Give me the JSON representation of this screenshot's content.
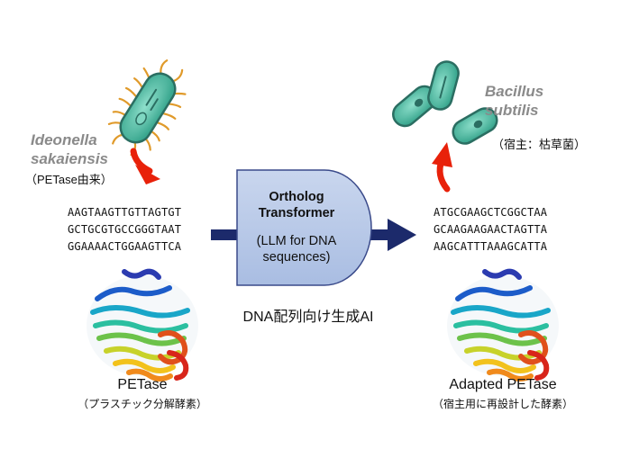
{
  "left_organism": {
    "name_line1": "Ideonella",
    "name_line2": "sakaiensis",
    "origin_note": "（PETase由来）"
  },
  "right_organism": {
    "name_line1": "Bacillus",
    "name_line2": "subtilis",
    "host_note": "（宿主：枯草菌）"
  },
  "left_sequence": [
    "AAGTAAGTTGTTAGTGT",
    "GCTGCGTGCCGGGTAAT",
    "GGAAAACTGGAAGTTCA"
  ],
  "right_sequence": [
    "ATGCGAAGCTCGGCTAA",
    "GCAAGAAGAACTAGTTA",
    "AAGCATTTAAAGCATTA"
  ],
  "model": {
    "title_line1": "Ortholog",
    "title_line2": "Transformer",
    "sub_line1": "(LLM for DNA",
    "sub_line2": "sequences)",
    "caption": "DNA配列向け生成AI"
  },
  "left_protein": {
    "name": "PETase",
    "note": "（プラスチック分解酵素）"
  },
  "right_protein": {
    "name": "Adapted PETase",
    "note": "（宿主用に再設計した酵素）"
  },
  "colors": {
    "bacterium_body": "#5cc7b0",
    "bacterium_outline": "#2b6e62",
    "flagella": "#e09a2a",
    "red_arrow": "#e8210a",
    "model_box": "#b7c8e6",
    "model_outline": "#3a4a8a",
    "flow_arrow": "#1c2a6b",
    "species_text": "#8a8a8a"
  }
}
